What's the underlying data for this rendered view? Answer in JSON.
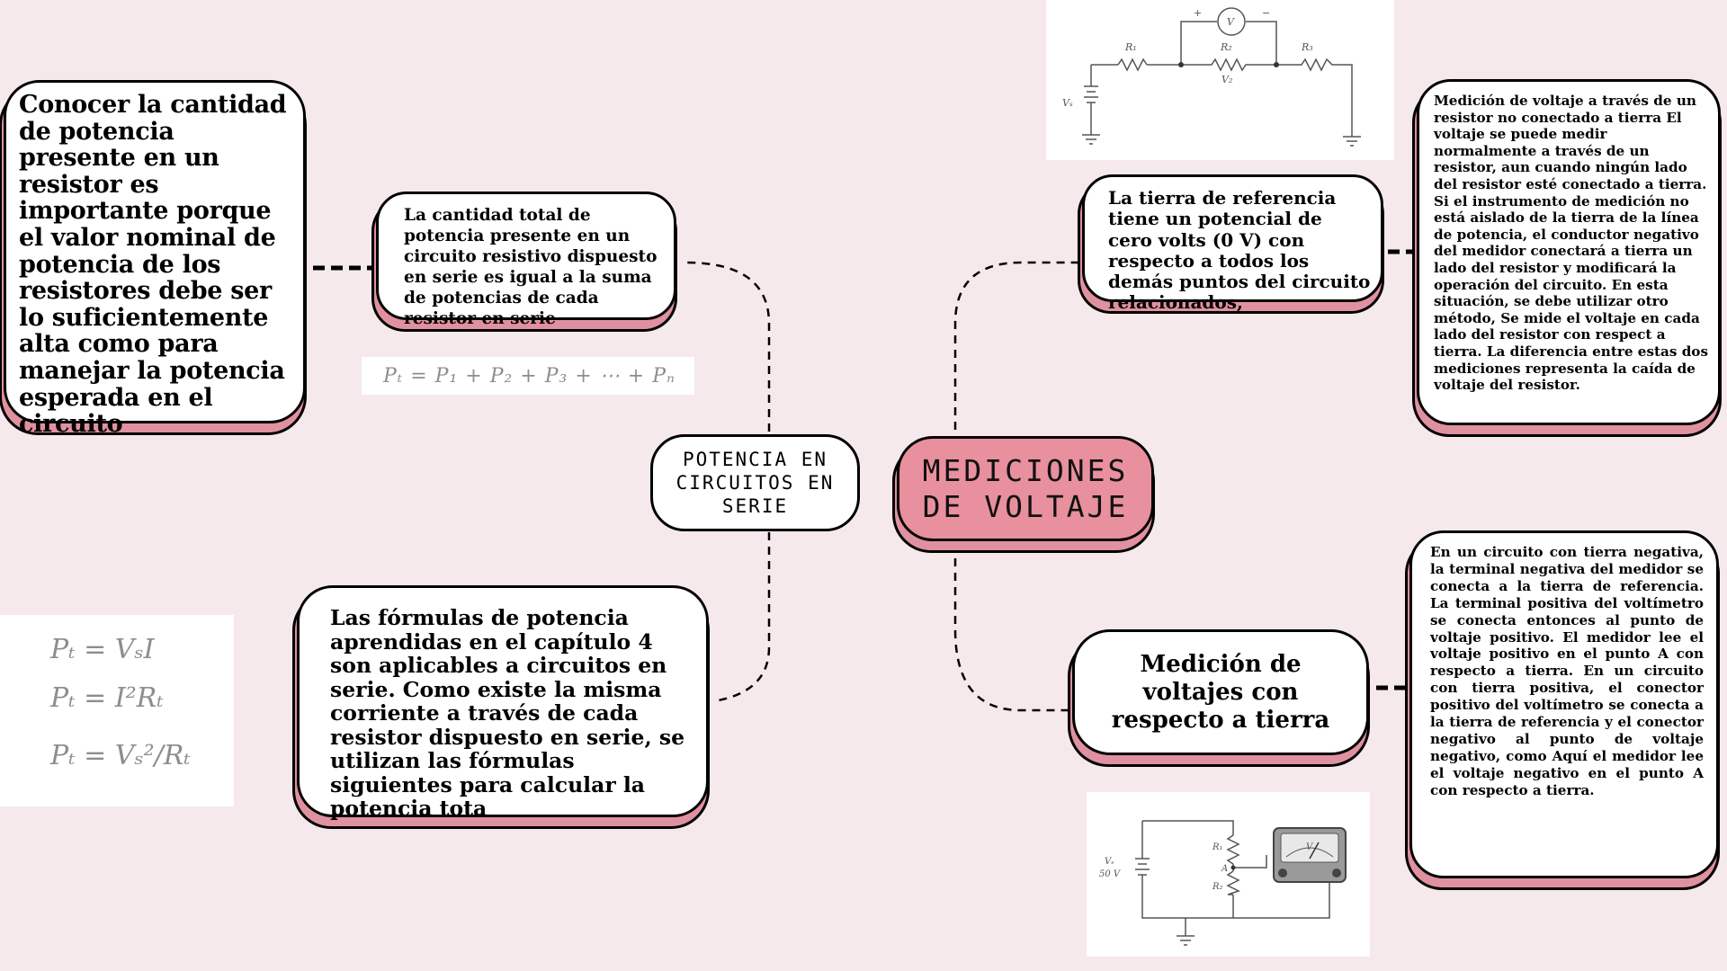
{
  "center": {
    "title": "MEDICIONES DE VOLTAJE"
  },
  "left_branch": {
    "title": "POTENCIA EN CIRCUITOS EN SERIE",
    "top_node": "La cantidad total de potencia presente en un circuito resistivo dispuesto en serie es igual a la suma de potencias de cada resistor en serie",
    "top_left_node": "Conocer la cantidad de potencia presente en un resistor es importante porque el valor nominal de potencia de los resistores debe ser lo suficientemente alta como para manejar la potencia esperada en el circuito",
    "bottom_node": "Las fórmulas de potencia aprendidas en el capítulo 4 son aplicables a circuitos en serie. Como existe la misma corriente a través de cada resistor dispuesto en serie, se utilizan las fórmulas siguientes para calcular la potencia tota",
    "sum_formula": "Pₜ = P₁ + P₂ + P₃ + ⋯ + Pₙ",
    "formulas": [
      "Pₜ = VₛI",
      "Pₜ = I²Rₜ",
      "Pₜ = Vₛ²/Rₜ"
    ]
  },
  "right_branch": {
    "top_node": "La tierra de referencia tiene un potencial de cero volts (0 V) con respecto a todos los demás puntos del circuito relacionados,",
    "top_right_node": "Medición de voltaje a través de un resistor no conectado a tierra El voltaje se puede medir normalmente a través de un resistor, aun cuando ningún lado del resistor esté conectado a tierra. Si el instrumento de medición no está aislado de la tierra de la línea de potencia, el conductor negativo del medidor conectará a tierra un lado del resistor y modificará la operación del circuito. En esta situación, se debe utilizar otro método, Se mide el voltaje en cada lado del resistor con respect a tierra. La diferencia entre estas dos mediciones representa la caída de voltaje del resistor.",
    "bottom_node": "Medición de voltajes con respecto a tierra",
    "bottom_right_node": "En un circuito con tierra negativa, la terminal negativa del medidor se conecta a la tierra de referencia. La terminal positiva del voltímetro se conecta entonces al punto de voltaje positivo. El medidor lee el voltaje positivo en el punto A con respecto a tierra. En un circuito con tierra positiva, el conector positivo del voltímetro se conecta a la tierra de referencia y el conector negativo al punto de voltaje negativo, como Aquí el medidor lee el voltaje negativo en el punto A con respecto a tierra."
  },
  "diagram_top": {
    "labels": [
      "V",
      "R₁",
      "R₂",
      "V₂",
      "R₃",
      "Vₛ",
      "+",
      "−"
    ]
  },
  "diagram_bottom": {
    "labels": [
      "Vₛ",
      "50 V",
      "R₁",
      "A",
      "R₂",
      "V"
    ]
  }
}
